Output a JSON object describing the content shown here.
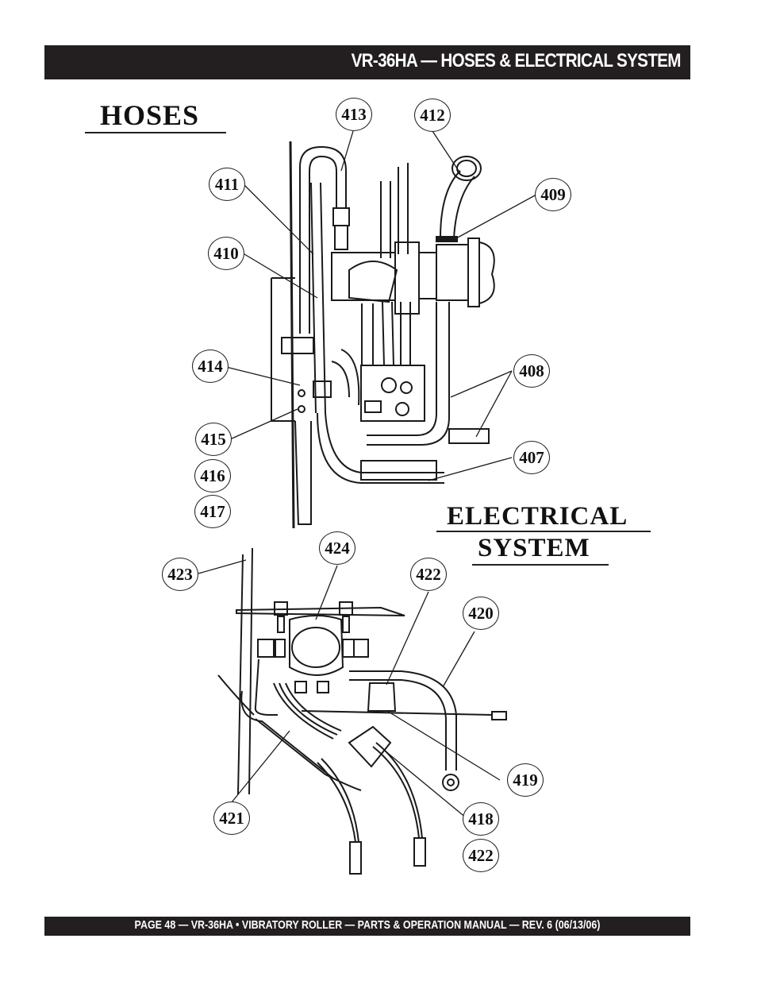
{
  "header": {
    "title": "VR-36HA — HOSES & ELECTRICAL SYSTEM"
  },
  "sections": {
    "hoses": "HOSES",
    "electrical_line1": "ELECTRICAL",
    "electrical_line2": "SYSTEM"
  },
  "callouts": {
    "c407": "407",
    "c408": "408",
    "c409": "409",
    "c410": "410",
    "c411": "411",
    "c412": "412",
    "c413": "413",
    "c414": "414",
    "c415": "415",
    "c416": "416",
    "c417": "417",
    "c418": "418",
    "c419": "419",
    "c420": "420",
    "c421": "421",
    "c422a": "422",
    "c422b": "422",
    "c423": "423",
    "c424": "424"
  },
  "footer": {
    "text": "PAGE 48 — VR-36HA • VIBRATORY ROLLER — PARTS & OPERATION MANUAL — REV. 6 (06/13/06)"
  }
}
